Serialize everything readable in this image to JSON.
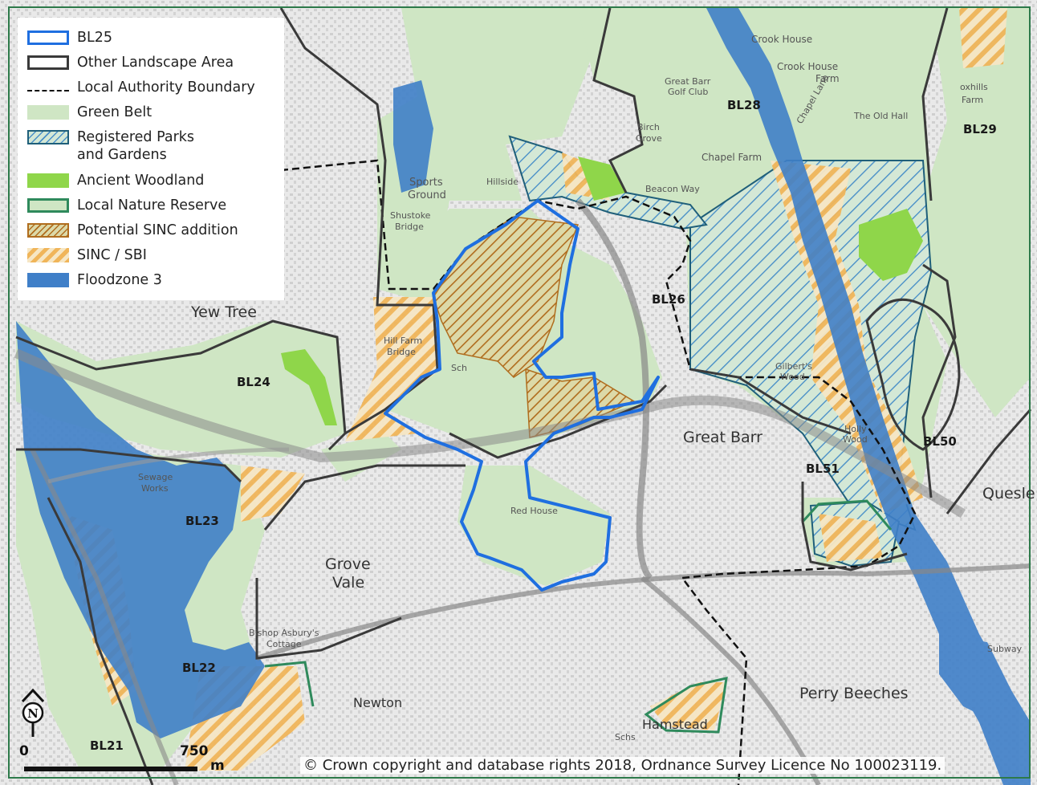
{
  "legend": {
    "items": [
      {
        "label": "BL25"
      },
      {
        "label": "Other Landscape Area"
      },
      {
        "label": "Local Authority Boundary"
      },
      {
        "label": "Green Belt"
      },
      {
        "label": "Registered Parks\nand Gardens"
      },
      {
        "label": "Ancient Woodland"
      },
      {
        "label": "Local Nature Reserve"
      },
      {
        "label": "Potential SINC addition"
      },
      {
        "label": "SINC / SBI"
      },
      {
        "label": "Floodzone 3"
      }
    ]
  },
  "zones": {
    "bl21": "BL21",
    "bl22": "BL22",
    "bl23": "BL23",
    "bl24": "BL24",
    "bl26": "BL26",
    "bl28": "BL28",
    "bl29": "BL29",
    "bl50": "BL50",
    "bl51": "BL51"
  },
  "places": {
    "yew_tree": "Yew Tree",
    "great_barr": "Great Barr",
    "grove": "Grove",
    "vale": "Vale",
    "newton": "Newton",
    "perry_beeches": "Perry Beeches",
    "quesl": "Quesle",
    "hamstead": "Hamstead"
  },
  "map_labels": {
    "sports_ground": "Sports",
    "ground": "Ground",
    "hillside": "Hillside",
    "shustoke": "Shustoke",
    "bridge": "Bridge",
    "crook_house": "Crook House",
    "crook_house_farm": "Crook House",
    "farm": "Farm",
    "great_barr_golf": "Great Barr",
    "golf_club": "Golf Club",
    "birch": "Birch",
    "grove_small": "Grove",
    "chapel_farm": "Chapel Farm",
    "beacon_way": "Beacon Way",
    "old_hall": "The Old Hall",
    "red_house": "Red House",
    "hill_farm": "Hill Farm",
    "hill_farm_bridge": "Bridge",
    "sewage": "Sewage",
    "works": "Works",
    "bishop_asbury": "Bishop Asbury's",
    "cottage": "Cottage",
    "subway": "Subway",
    "sch": "Sch",
    "schs": "Schs",
    "gilberts_wood": "Gilbert's",
    "wood": "Wood",
    "holly_wood": "Holly",
    "holly_wood2": "Wood",
    "foxhills": "oxhills",
    "foxhills_farm": "Farm",
    "chapel_lane": "Chapel Lane"
  },
  "colors": {
    "bl25": "#1f6fe0",
    "landscape": "#3a3a3a",
    "green_belt": "#cfe6c4",
    "registered_parks": "#1f5f7a",
    "ancient_woodland": "#8fd64a",
    "lnr": "#2f8a5c",
    "potential_sinc": "#b06d1e",
    "sinc": "#f2b35a",
    "floodzone": "#3f7fc8",
    "urban": "#e6e6e6"
  },
  "scale": {
    "zero": "0",
    "distance": "750",
    "unit": "m"
  },
  "north_symbol": "N",
  "copyright": "© Crown copyright and database rights 2018, Ordnance Survey Licence No 100023119."
}
